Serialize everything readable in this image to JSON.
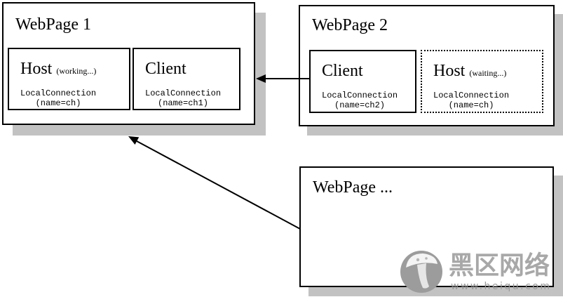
{
  "pages": [
    {
      "title": "WebPage 1",
      "apps": [
        {
          "role": "Host",
          "status": "(working...)",
          "conn": "LocalConnection",
          "name": "(name=ch)"
        },
        {
          "role": "Client",
          "conn": "LocalConnection",
          "name": "(name=ch1)"
        }
      ]
    },
    {
      "title": "WebPage 2",
      "apps": [
        {
          "role": "Client",
          "conn": "LocalConnection",
          "name": "(name=ch2)"
        },
        {
          "role": "Host",
          "status": "(waiting...)",
          "conn": "LocalConnection",
          "name": "(name=ch)"
        }
      ]
    },
    {
      "title": "WebPage ..."
    }
  ],
  "watermark": {
    "brand": "黑区网络",
    "url": "www.heiqu.com"
  },
  "icons": {
    "watermark_logo": "mushroom-icon",
    "arrows": "arrow-icon"
  },
  "colors": {
    "line": "#000000",
    "shadow": "#c2c2c2",
    "watermark": "#a8a8a8"
  }
}
